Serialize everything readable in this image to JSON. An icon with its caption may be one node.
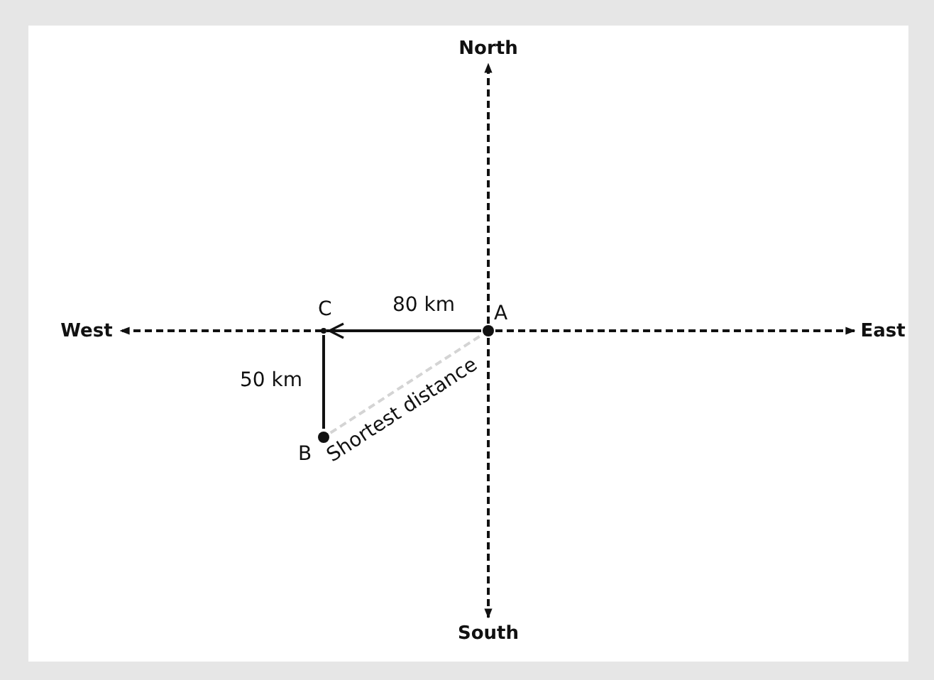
{
  "diagram": {
    "nodes": [
      {
        "text": [
          "North"
        ]
      },
      {
        "text": [
          "West"
        ]
      },
      {
        "text": [],
        "shape": "circle",
        "beside": [
          "C"
        ]
      },
      {
        "text": [],
        "shape": "circle",
        "beside": [
          "A"
        ]
      },
      {
        "text": [
          "East"
        ]
      },
      {
        "text": [],
        "shape": "circle",
        "beside": [
          "B"
        ]
      },
      {
        "text": [
          "South"
        ]
      }
    ],
    "edges": [
      {
        "from": 3,
        "to": 0,
        "arrow": "to",
        "style": "dashed"
      },
      {
        "from": 3,
        "to": 6,
        "arrow": "to",
        "style": "dashed"
      },
      {
        "from": 3,
        "to": 1,
        "arrow": "to",
        "style": "dashed"
      },
      {
        "from": 3,
        "to": 4,
        "arrow": "to",
        "style": "dashed"
      },
      {
        "from": 3,
        "to": 2,
        "arrow": "to",
        "label": "80 km"
      },
      {
        "from": 2,
        "to": 5,
        "arrow": "none",
        "label": "50 km"
      },
      {
        "from": 5,
        "to": 3,
        "arrow": "none",
        "label": "Shortest distance",
        "style": "dashed",
        "color": "#d4d4d4"
      }
    ]
  }
}
